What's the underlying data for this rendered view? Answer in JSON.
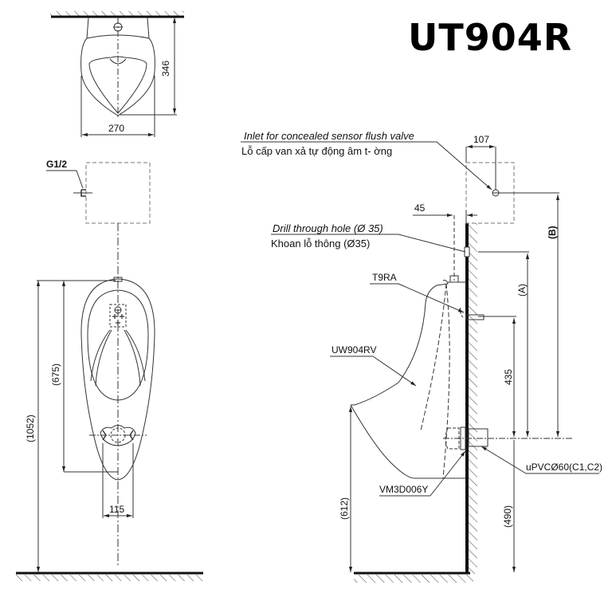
{
  "title": "UT904R",
  "top_view": {
    "width_dim": "270",
    "depth_dim": "346"
  },
  "front_view": {
    "inlet_label": "G1/2",
    "height_total_dim": "(1052)",
    "height_rim_dim": "(675)",
    "outlet_spacing_dim": "115"
  },
  "side_view": {
    "inlet_note_en": "Inlet for concealed sensor flush valve",
    "inlet_note_vi": "Lỗ cấp van xả tự động âm t- ờng",
    "inlet_offset_dim": "107",
    "drill_note_en": "Drill through hole (Ø 35)",
    "drill_note_vi": "Khoan lỗ thông (Ø35)",
    "drill_offset_dim": "45",
    "part_spud": "T9RA",
    "part_body": "UW904RV",
    "part_outlet": "VM3D006Y",
    "part_pipe": "uPVCØ60(C1,C2)",
    "dim_A": "(A)",
    "dim_B": "(B)",
    "dim_435": "435",
    "dim_612": "(612)",
    "dim_490": "(490)"
  },
  "colors": {
    "line": "#333333",
    "wall": "#111111",
    "dashed": "#777777"
  }
}
